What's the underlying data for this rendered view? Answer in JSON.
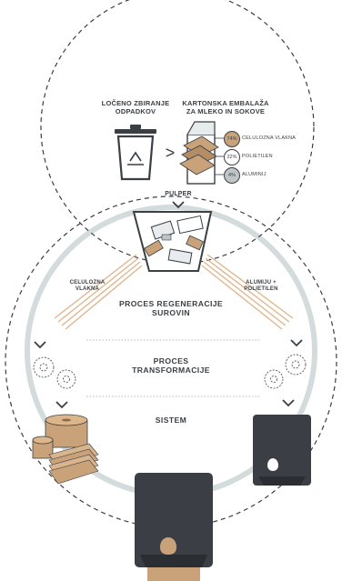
{
  "collection": {
    "title_line1": "LOČENO ZBIRANJE",
    "title_line2": "ODPADKOV"
  },
  "carton": {
    "title_line1": "KARTONSKA EMBALAŽA",
    "title_line2": "ZA MLEKO IN SOKOVE"
  },
  "composition": [
    {
      "percent": "74%",
      "label": "CELULOZNA VLAKNA",
      "color": "#c9a27a"
    },
    {
      "percent": "22%",
      "label": "POLIETILEN",
      "color": "#ffffff"
    },
    {
      "percent": "4%",
      "label": "ALUMINIJ",
      "color": "#bfc4c7"
    }
  ],
  "arrow_symbol": ">",
  "pulper": {
    "label": "PULPER"
  },
  "left_branch": {
    "line1": "CELULOZNA",
    "line2": "VLAKNA"
  },
  "right_branch": {
    "line1": "ALUMIJU +",
    "line2": "POLIETILEN"
  },
  "stages": {
    "regeneration_line1": "PROCES REGENERACIJE",
    "regeneration_line2": "SUROVIN",
    "transformation_line1": "PROCES",
    "transformation_line2": "TRANSFORMACIJE",
    "system": "SISTEM"
  },
  "colors": {
    "ink": "#3a3f44",
    "ring": "#d3dbdc",
    "kraft": "#c9a27a",
    "dispenser": "#3b3f45"
  }
}
